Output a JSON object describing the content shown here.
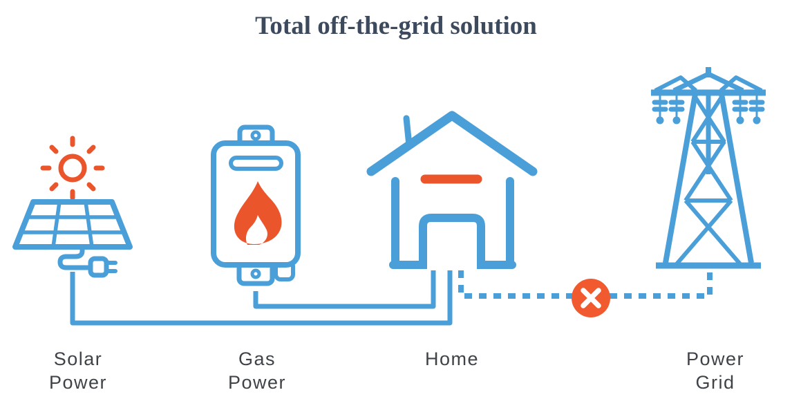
{
  "title": "Total off-the-grid solution",
  "colors": {
    "blue": "#4A9FD8",
    "orange": "#EB552C",
    "orange_badge": "#F05A2E",
    "title": "#3D4A5E",
    "label": "#3F4347",
    "background": "#FFFFFF"
  },
  "nodes": [
    {
      "name": "solar-power",
      "label_line1": "Solar",
      "label_line2": "Power",
      "icon": "solar-panel-with-sun-and-plug-icon"
    },
    {
      "name": "gas-power",
      "label_line1": "Gas",
      "label_line2": "Power",
      "icon": "gas-water-heater-flame-icon"
    },
    {
      "name": "home",
      "label_line1": "Home",
      "label_line2": "",
      "icon": "house-icon"
    },
    {
      "name": "power-grid",
      "label_line1": "Power",
      "label_line2": "Grid",
      "icon": "transmission-tower-icon"
    }
  ],
  "connections": [
    {
      "from": "solar-power",
      "to": "home",
      "style": "solid",
      "status": "connected"
    },
    {
      "from": "gas-power",
      "to": "home",
      "style": "solid",
      "status": "connected"
    },
    {
      "from": "power-grid",
      "to": "home",
      "style": "dashed",
      "status": "disconnected",
      "badge": "x-mark"
    }
  ]
}
